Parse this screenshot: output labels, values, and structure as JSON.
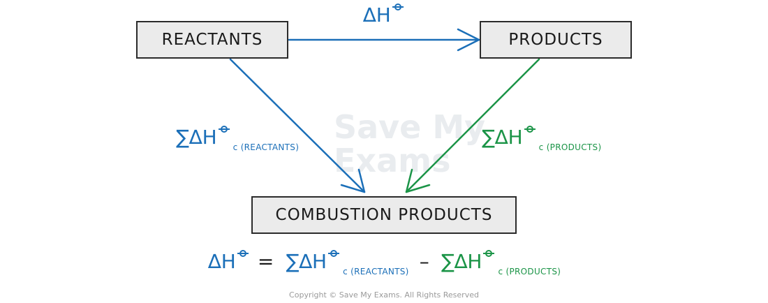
{
  "boxes": {
    "reactants": "REACTANTS",
    "products": "PRODUCTS",
    "combustion": "COMBUSTION PRODUCTS"
  },
  "labels": {
    "top_arrow": {
      "delta": "∆H"
    },
    "left_arrow": {
      "sum": "∑∆H",
      "sub": "c",
      "tag": "(REACTANTS)"
    },
    "right_arrow": {
      "sum": "∑∆H",
      "sub": "c",
      "tag": "(PRODUCTS)"
    }
  },
  "equation": {
    "lhs": "∆H",
    "equals": "=",
    "term1": {
      "sum": "∑∆H",
      "sub": "c",
      "tag": "(REACTANTS)"
    },
    "minus": "–",
    "term2": {
      "sum": "∑∆H",
      "sub": "c",
      "tag": "(PRODUCTS)"
    }
  },
  "watermark": {
    "line1": "Save My",
    "line2": "Exams"
  },
  "copyright": "Copyright © Save My Exams. All Rights Reserved",
  "colors": {
    "blue": "#1b6fb8",
    "green": "#1b9447",
    "box_fill": "#ebebeb",
    "box_border": "#2b2b2b"
  }
}
